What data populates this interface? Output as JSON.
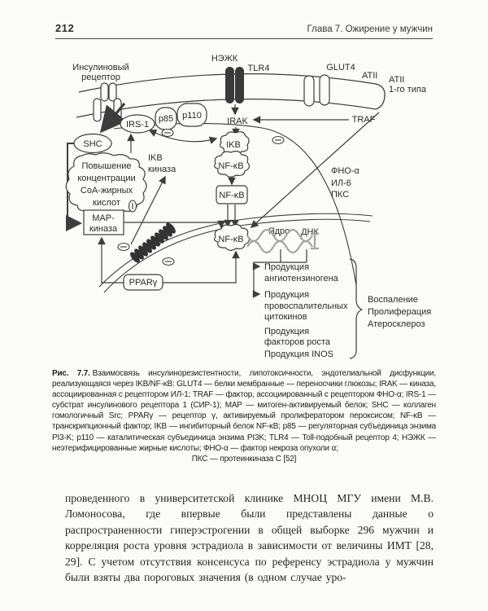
{
  "header": {
    "page_number": "212",
    "chapter": "Глава 7. Ожирение у мужчин"
  },
  "diagram": {
    "membrane_labels": {
      "insulin_receptor_line1": "Инсулиновый",
      "insulin_receptor_line2": "рецептор",
      "nefa": "НЭЖК",
      "tlr4": "TLR4",
      "glut4": "GLUT4",
      "atii": "ATII",
      "atii_receptor_line1": "ATII",
      "atii_receptor_line2": "1-го типа"
    },
    "nodes": {
      "irs1": "IRS-1",
      "p85": "p85",
      "p110": "p110",
      "irak": "IRAK",
      "traf": "TRAF",
      "shc": "SHC",
      "ikb": "IKB",
      "nfkb": "NF-κB",
      "coa_cloud_line1": "Повышение",
      "coa_cloud_line2": "концентрации",
      "coa_cloud_line3": "СоА-жирных",
      "coa_cloud_line4": "кислот",
      "ikb_kinase_line1": "IKB",
      "ikb_kinase_line2": "киназа",
      "map_kinase_line1": "MAP-",
      "map_kinase_line2": "киназа",
      "ppar": "PPARγ",
      "tnf": "ФНО-α",
      "il6": "ИЛ-6",
      "pkc": "ПКС",
      "nucleus": "Ядро",
      "dna": "ДНК"
    },
    "products": [
      {
        "lines": [
          "Продукция",
          "ангиотензиногена"
        ]
      },
      {
        "lines": [
          "Продукция",
          "провоспалительных",
          "цитокинов"
        ]
      },
      {
        "lines": [
          "Продукция",
          "факторов роста"
        ]
      },
      {
        "lines": [
          "Продукция INOS"
        ]
      }
    ],
    "outcomes": [
      "Воспаление",
      "Пролиферация",
      "Атеросклероз"
    ]
  },
  "caption": {
    "label": "Рис. 7.7.",
    "text": "Взаимосвязь инсулинорезистентности, липотоксичности, эндотелиальной дисфункции, реализующаяся через IKB/NF-κB: GLUT4 — белки мембранные — переносчики глюкозы; IRAK — киназа, ассоциированная с рецептором ИЛ-1; TRAF — фактор, ассоциированный с рецептором ФНО-α; IRS-1 — субстрат инсулинового рецептора 1 (СИР-1); MAP — митоген-активируемый белок; SHC — коллаген гомологичный Src; PPARγ — рецептор γ, активируемый пролифератором пероксисом; NF-κB — транскрипционный фактор; IKB — ингибиторный белок NF-κB; p85 — регуляторная субъединица энзима PI3-K; p110 — каталитическая субъединица энзима PI3K; TLR4 — Toll-подобный рецептор 4; НЭЖК — неэтерифицированные жирные кислоты; ФНО-α — фактор некроза опухоли α;",
    "last_line": "ПКС — протеинкиназа С [52]"
  },
  "body": {
    "paragraph": "проведенного в университетской клинике МНОЦ МГУ имени М.В. Ломоносова, где впервые были представлены данные о распространенности гиперэстрогении в общей выборке 296 мужчин и корреляция роста уровня эстрадиола в зависимости от величины ИМТ [28, 29]. С учетом отсутствия консенсуса по референсу эстрадиола у мужчин были взяты два пороговых значения (в одном случае уро-"
  }
}
